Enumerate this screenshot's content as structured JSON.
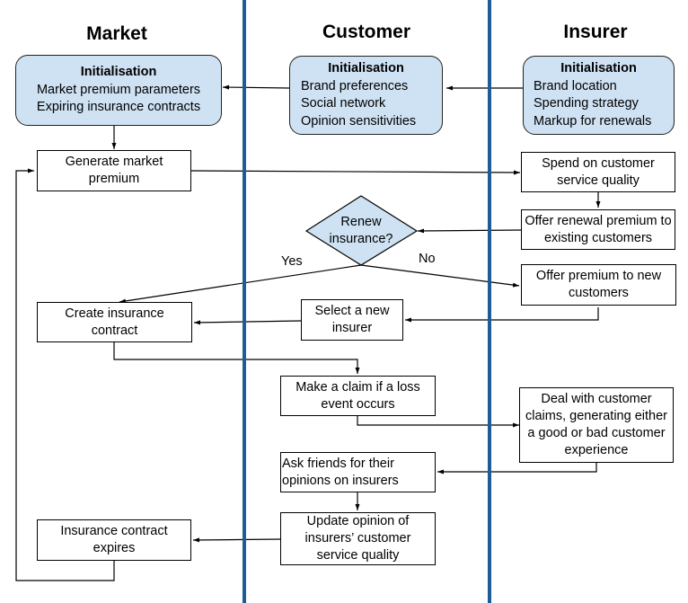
{
  "lanes": {
    "market": "Market",
    "customer": "Customer",
    "insurer": "Insurer"
  },
  "colors": {
    "divider": "#1f5b96",
    "init_fill": "#cfe2f3",
    "decision_fill": "#cfe2f3"
  },
  "market": {
    "init": {
      "title": "Initialisation",
      "lines": [
        "Market premium parameters",
        "Expiring insurance contracts"
      ]
    },
    "generate_premium": "Generate market premium",
    "create_contract": "Create insurance contract",
    "contract_expires": "Insurance contract expires"
  },
  "customer": {
    "init": {
      "title": "Initialisation",
      "lines": [
        "Brand preferences",
        "Social network",
        "Opinion sensitivities"
      ]
    },
    "decision": {
      "line1": "Renew",
      "line2": "insurance?",
      "yes": "Yes",
      "no": "No"
    },
    "select_insurer": "Select a new insurer",
    "make_claim": "Make a claim if a loss event occurs",
    "ask_friends": "Ask friends for their opinions on insurers",
    "update_opinion": "Update opinion of insurers’ customer service quality"
  },
  "insurer": {
    "init": {
      "title": "Initialisation",
      "lines": [
        "Brand location",
        "Spending strategy",
        "Markup for renewals"
      ]
    },
    "spend_quality": "Spend on customer service quality",
    "offer_renewal": "Offer renewal premium to existing customers",
    "offer_new": "Offer premium to new customers",
    "deal_claims": "Deal with customer claims, generating either a good or bad customer experience"
  }
}
